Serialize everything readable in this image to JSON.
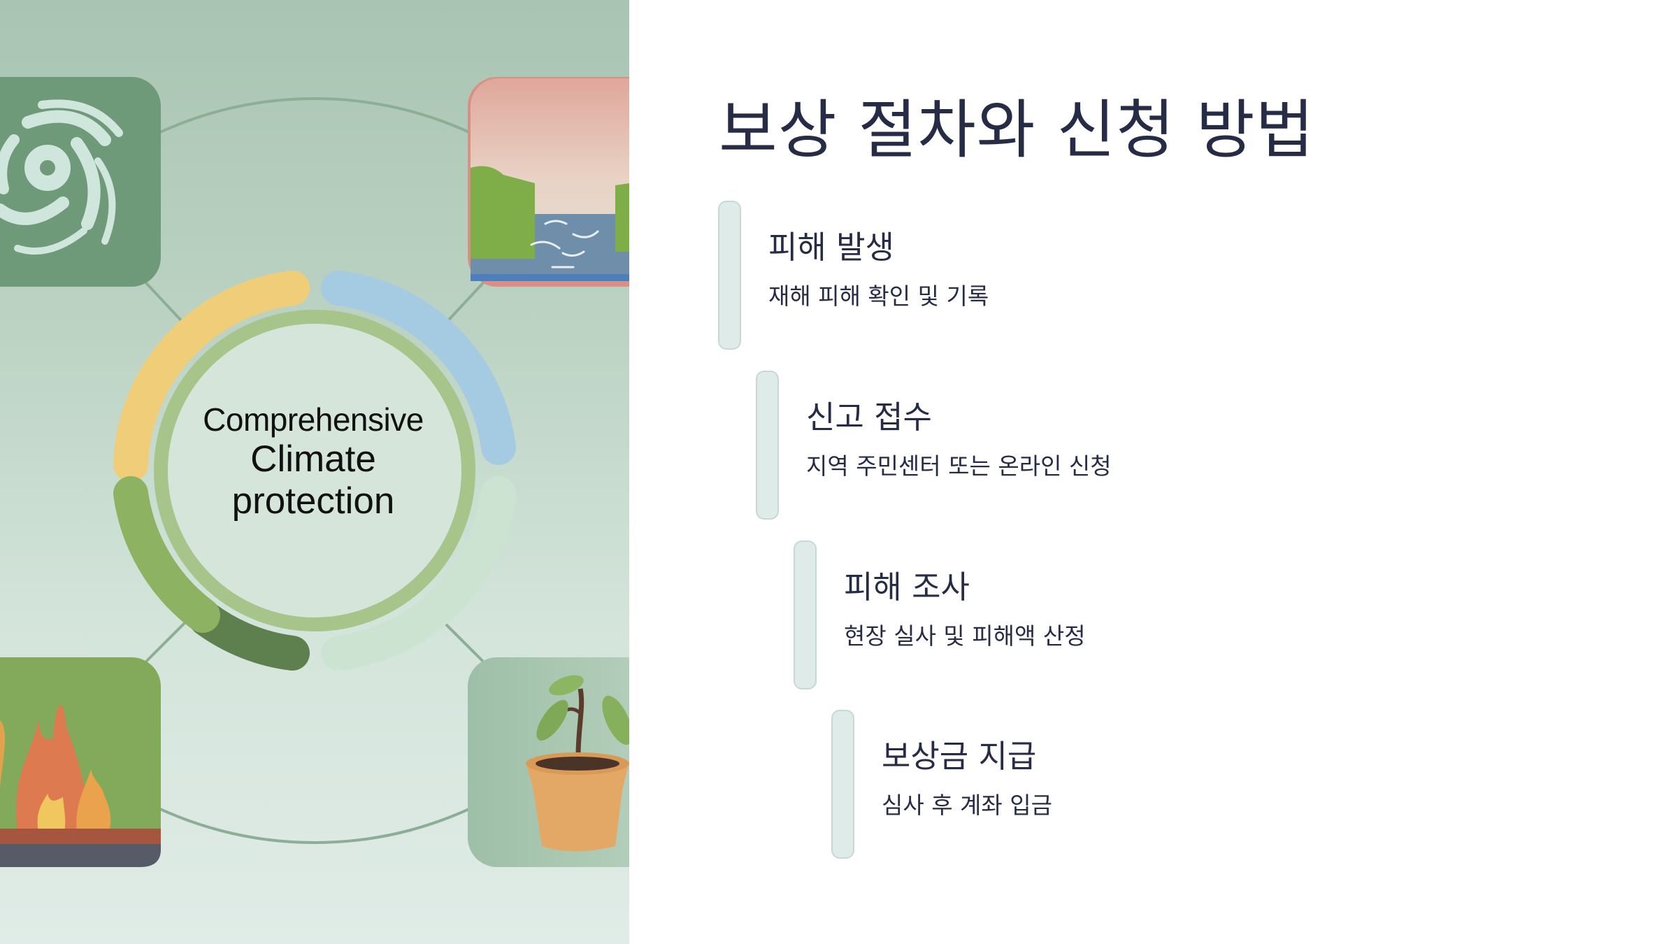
{
  "slide": {
    "title": "보상 절차와 신청 방법",
    "colors": {
      "title": "#262c45",
      "bar_fill": "#deebe8",
      "bar_border": "#c7d9d4",
      "panel_bg": "#bcd3c3"
    }
  },
  "illustration": {
    "center_label": {
      "line1": "Comprehensive",
      "line2": "Climate",
      "line3": "protection"
    },
    "tiles": [
      "cyclone-icon",
      "flood-icon",
      "wildfire-icon",
      "seedling-pot-icon"
    ],
    "ring_segments": [
      "#f0cd78",
      "#a3cbe3",
      "#d2e6d6",
      "#5f7f4f",
      "#8fb264"
    ]
  },
  "steps": [
    {
      "heading": "피해 발생",
      "description": "재해 피해 확인 및 기록"
    },
    {
      "heading": "신고 접수",
      "description": "지역 주민센터 또는 온라인 신청"
    },
    {
      "heading": "피해 조사",
      "description": "현장 실사 및 피해액 산정"
    },
    {
      "heading": "보상금 지급",
      "description": "심사 후 계좌 입금"
    }
  ]
}
